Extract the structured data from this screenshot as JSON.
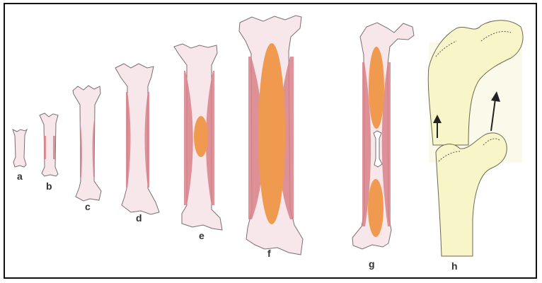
{
  "colors": {
    "bone_fill": "#f7e6ea",
    "cortex": "#d98088",
    "marrow": "#f09a50",
    "outline": "#7a6f72",
    "femur_fill": "#f8f5c8",
    "arrow": "#222222"
  },
  "labels": {
    "a": "a",
    "b": "b",
    "c": "c",
    "d": "d",
    "e": "e",
    "f": "f",
    "g": "g",
    "h": "h"
  }
}
